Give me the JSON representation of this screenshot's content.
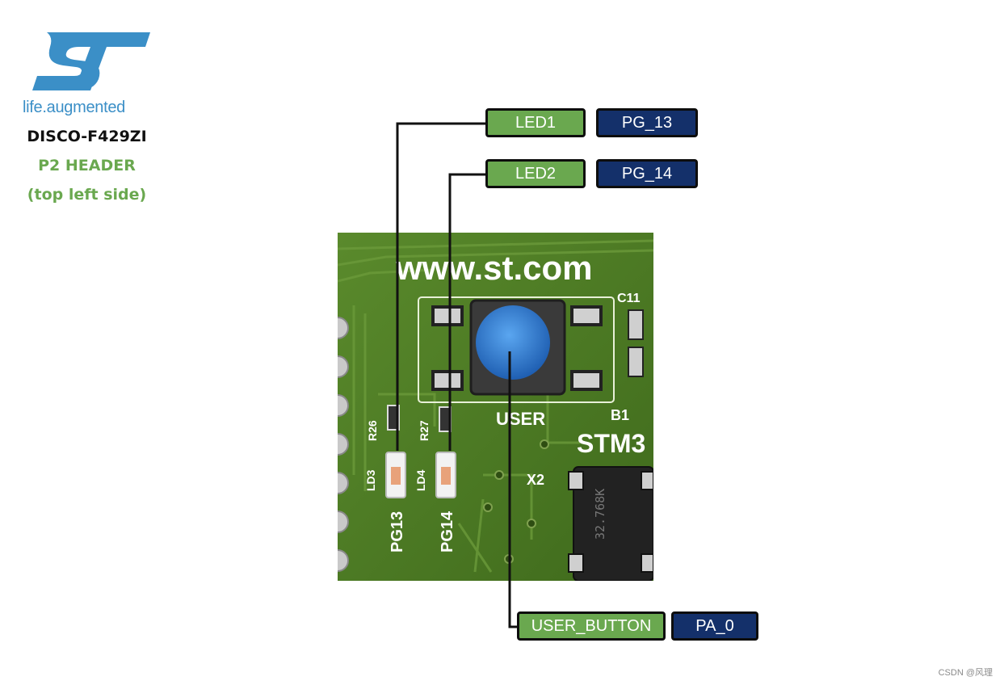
{
  "brand": {
    "logo_text": "ST",
    "tagline_main": "life.augmented",
    "logo_color": "#3b8fc7"
  },
  "board": {
    "name": "DISCO-F429ZI",
    "header": "P2 HEADER",
    "header_note": "(top left side)"
  },
  "pins": [
    {
      "name": "LED1",
      "pin": "PG_13"
    },
    {
      "name": "LED2",
      "pin": "PG_14"
    },
    {
      "name": "USER_BUTTON",
      "pin": "PA_0"
    }
  ],
  "silkscreen": {
    "website": "www.st.com",
    "c11": "C11",
    "user": "USER",
    "b1": "B1",
    "stm": "STM3",
    "x2": "X2",
    "r26": "R26",
    "r27": "R27",
    "ld3": "LD3",
    "ld4": "LD4",
    "pg13": "PG13",
    "pg14": "PG14",
    "crystal": "32.768K"
  },
  "colors": {
    "label_green": "#6aa84f",
    "label_navy": "#14306a",
    "pcb": "#4f7a24",
    "button_blue": "#2f7fd6"
  },
  "watermark": "CSDN @风理"
}
